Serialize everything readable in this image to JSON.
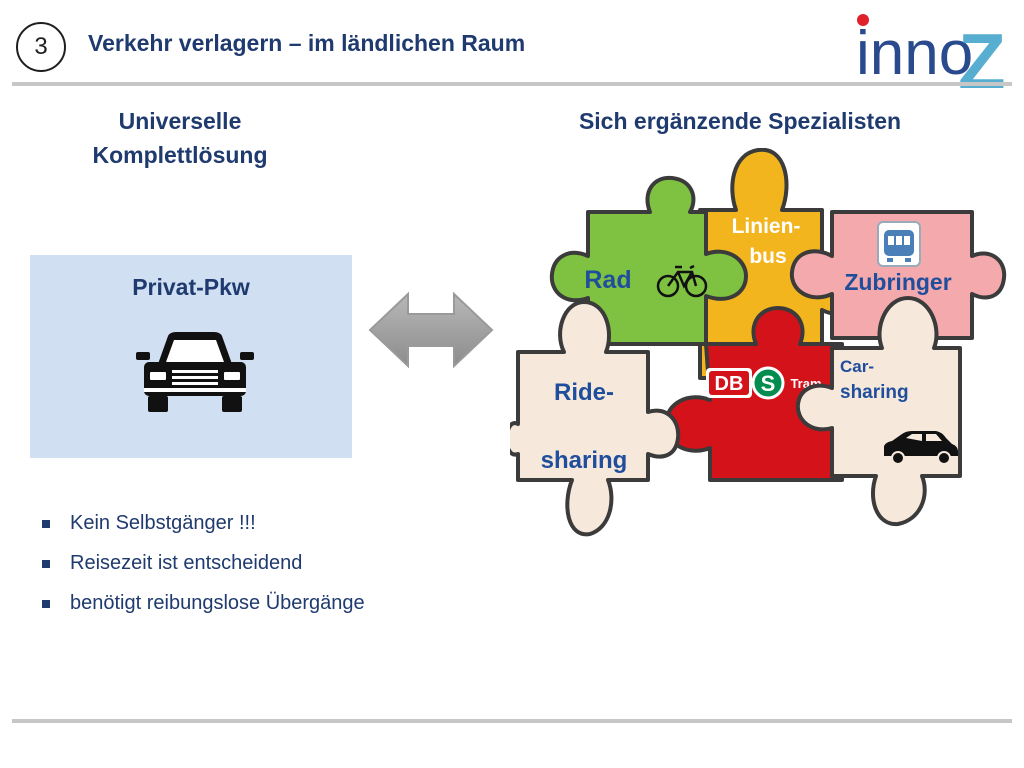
{
  "header": {
    "slide_number": "3",
    "title": "Verkehr verlagern – im ländlichen Raum",
    "logo_text": "inno",
    "logo_letter": "Z"
  },
  "left": {
    "heading_line1": "Universelle",
    "heading_line2": "Komplettlösung",
    "box_label": "Privat-Pkw",
    "box_icon": "car-icon"
  },
  "right": {
    "heading": "Sich ergänzende Spezialisten",
    "pieces": {
      "rad": "Rad",
      "linienbus_line1": "Linien-",
      "linienbus_line2": "bus",
      "zubringer": "Zubringer",
      "ridesharing_line1": "Ride-",
      "ridesharing_line2": "sharing",
      "db": "DB",
      "sbahn": "S",
      "tram": "Tram",
      "carsharing_line1": "Car-",
      "carsharing_line2": "sharing"
    }
  },
  "bullets": [
    "Kein Selbstgänger !!!",
    "Reisezeit ist entscheidend",
    "benötigt reibungslose Übergänge"
  ],
  "colors": {
    "title_blue": "#1f3a6e",
    "box_fill": "#d0dff2",
    "rad_green": "#7fc241",
    "bus_yellow": "#f2b51d",
    "zubringer_pink": "#f4a9ad",
    "db_red": "#d4121a",
    "ride_beige": "#f7e8dc",
    "logo_blue": "#2a4a8e",
    "logo_red": "#e0202b",
    "logo_teal": "#3aa0c8"
  }
}
